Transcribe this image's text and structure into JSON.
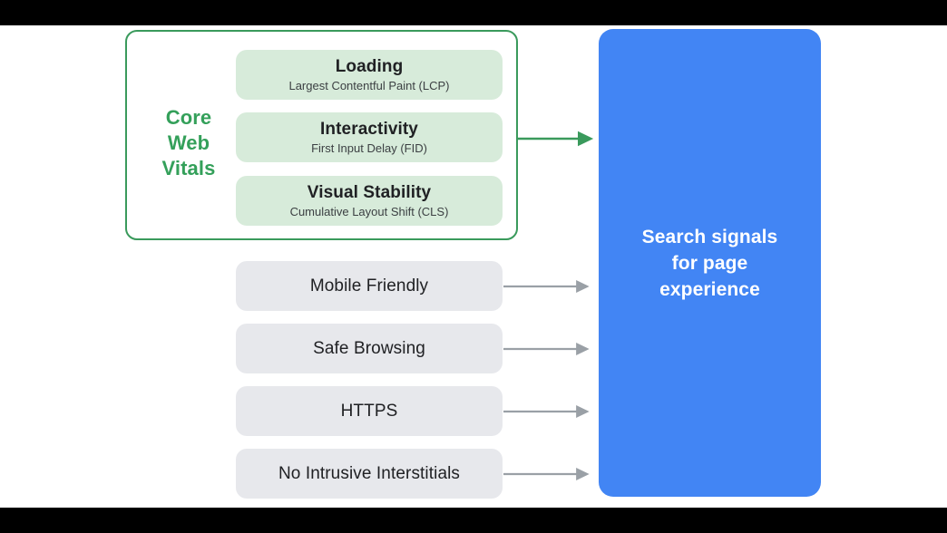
{
  "diagram": {
    "title": "Search signals for page experience",
    "colors": {
      "brand_green": "#34a05a",
      "group_border_green": "#3a9a5c",
      "metric_card_fill": "#d7ebda",
      "signal_card_fill": "#e7e8ec",
      "outcome_blue": "#4285f4",
      "arrow_grey": "#9aa0a6",
      "text_dark": "#202124",
      "text_white": "#ffffff",
      "background": "#ffffff",
      "letterbox": "#000000"
    }
  },
  "core_web_vitals": {
    "group_label_lines": [
      "Core",
      "Web",
      "Vitals"
    ],
    "metrics": [
      {
        "title": "Loading",
        "subtitle": "Largest Contentful Paint (LCP)"
      },
      {
        "title": "Interactivity",
        "subtitle": "First Input Delay (FID)"
      },
      {
        "title": "Visual Stability",
        "subtitle": "Cumulative Layout Shift (CLS)"
      }
    ]
  },
  "other_signals": [
    {
      "label": "Mobile Friendly"
    },
    {
      "label": "Safe Browsing"
    },
    {
      "label": "HTTPS"
    },
    {
      "label": "No Intrusive Interstitials"
    }
  ],
  "outcome": {
    "lines": [
      "Search signals",
      "for page",
      "experience"
    ]
  }
}
